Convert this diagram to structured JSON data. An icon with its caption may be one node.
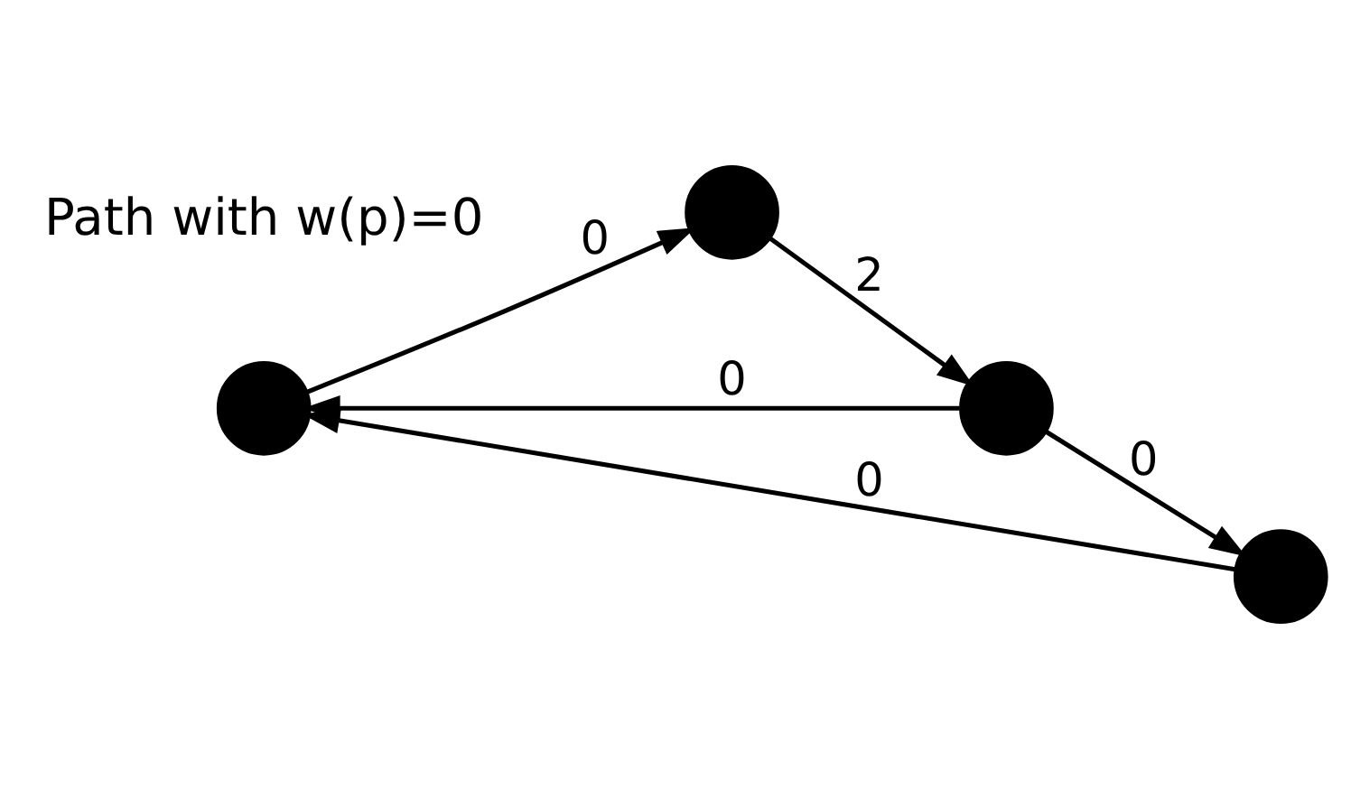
{
  "diagram": {
    "nodes": [
      {
        "text": [],
        "shape": "circle"
      },
      {
        "text": [],
        "shape": "circle"
      },
      {
        "text": [],
        "shape": "circle"
      },
      {
        "text": [],
        "shape": "circle"
      }
    ],
    "edges": [
      {
        "from": 0,
        "to": 1,
        "arrow": "to",
        "label": "0"
      },
      {
        "from": 1,
        "to": 2,
        "arrow": "to",
        "label": "2"
      },
      {
        "from": 2,
        "to": 0,
        "arrow": "to",
        "label": "0"
      },
      {
        "from": 2,
        "to": 3,
        "arrow": "to",
        "label": "0"
      },
      {
        "from": 3,
        "to": 0,
        "arrow": "to",
        "label": "0"
      }
    ],
    "labels": [
      "Path with w(p)=0"
    ]
  }
}
